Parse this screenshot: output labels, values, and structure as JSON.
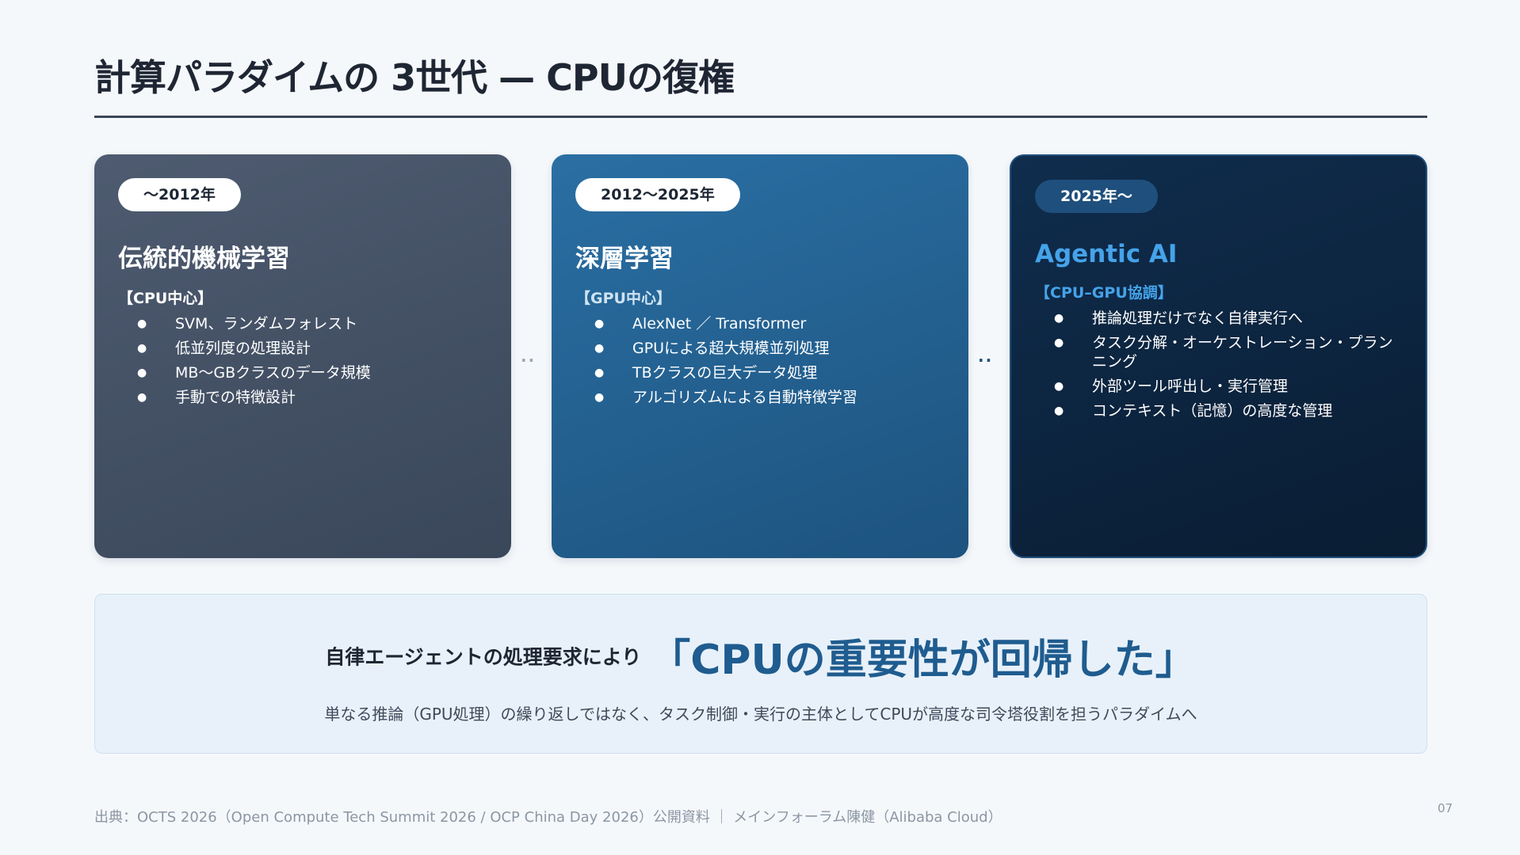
{
  "title": "計算パラダイムの 3世代 — CPUの復権",
  "cards": [
    {
      "era": "〜2012年",
      "title": "伝統的機械学習",
      "tag": "【CPU中心】",
      "bullets": [
        "SVM、ランダムフォレスト",
        "低並列度の処理設計",
        "MB〜GBクラスのデータ規模",
        "手動での特徴設計"
      ]
    },
    {
      "era": "2012〜2025年",
      "title": "深層学習",
      "tag": "【GPU中心】",
      "bullets": [
        "AlexNet ／ Transformer",
        "GPUによる超大規模並列処理",
        "TBクラスの巨大データ処理",
        "アルゴリズムによる自動特徴学習"
      ]
    },
    {
      "era": "2025年〜",
      "title": "Agentic AI",
      "tag": "【CPU–GPU協調】",
      "bullets": [
        "推論処理だけでなく自律実行へ",
        "タスク分解・オーケストレーション・プランニング",
        "外部ツール呼出し・実行管理",
        "コンテキスト（記憶）の高度な管理"
      ]
    }
  ],
  "bullet_glyph": "●",
  "connector": "··",
  "summary": {
    "lead": "自律エージェントの処理要求により",
    "headline": "「CPUの重要性が回帰した」",
    "sub": "単なる推論（GPU処理）の繰り返しではなく、タスク制御・実行の主体としてCPUが高度な司令塔役割を担うパラダイムへ"
  },
  "footer": {
    "source": "出典：OCTS 2026（Open Compute Tech Summit 2026 / OCP China Day 2026）公開資料 ｜ メインフォーラム陳健（Alibaba Cloud）",
    "page": "07"
  },
  "colors": {
    "card1": "#4a566a",
    "card2": "#2566a0",
    "card3": "#0e2a48",
    "accent": "#45a3ea",
    "headline": "#1f5c8f"
  }
}
